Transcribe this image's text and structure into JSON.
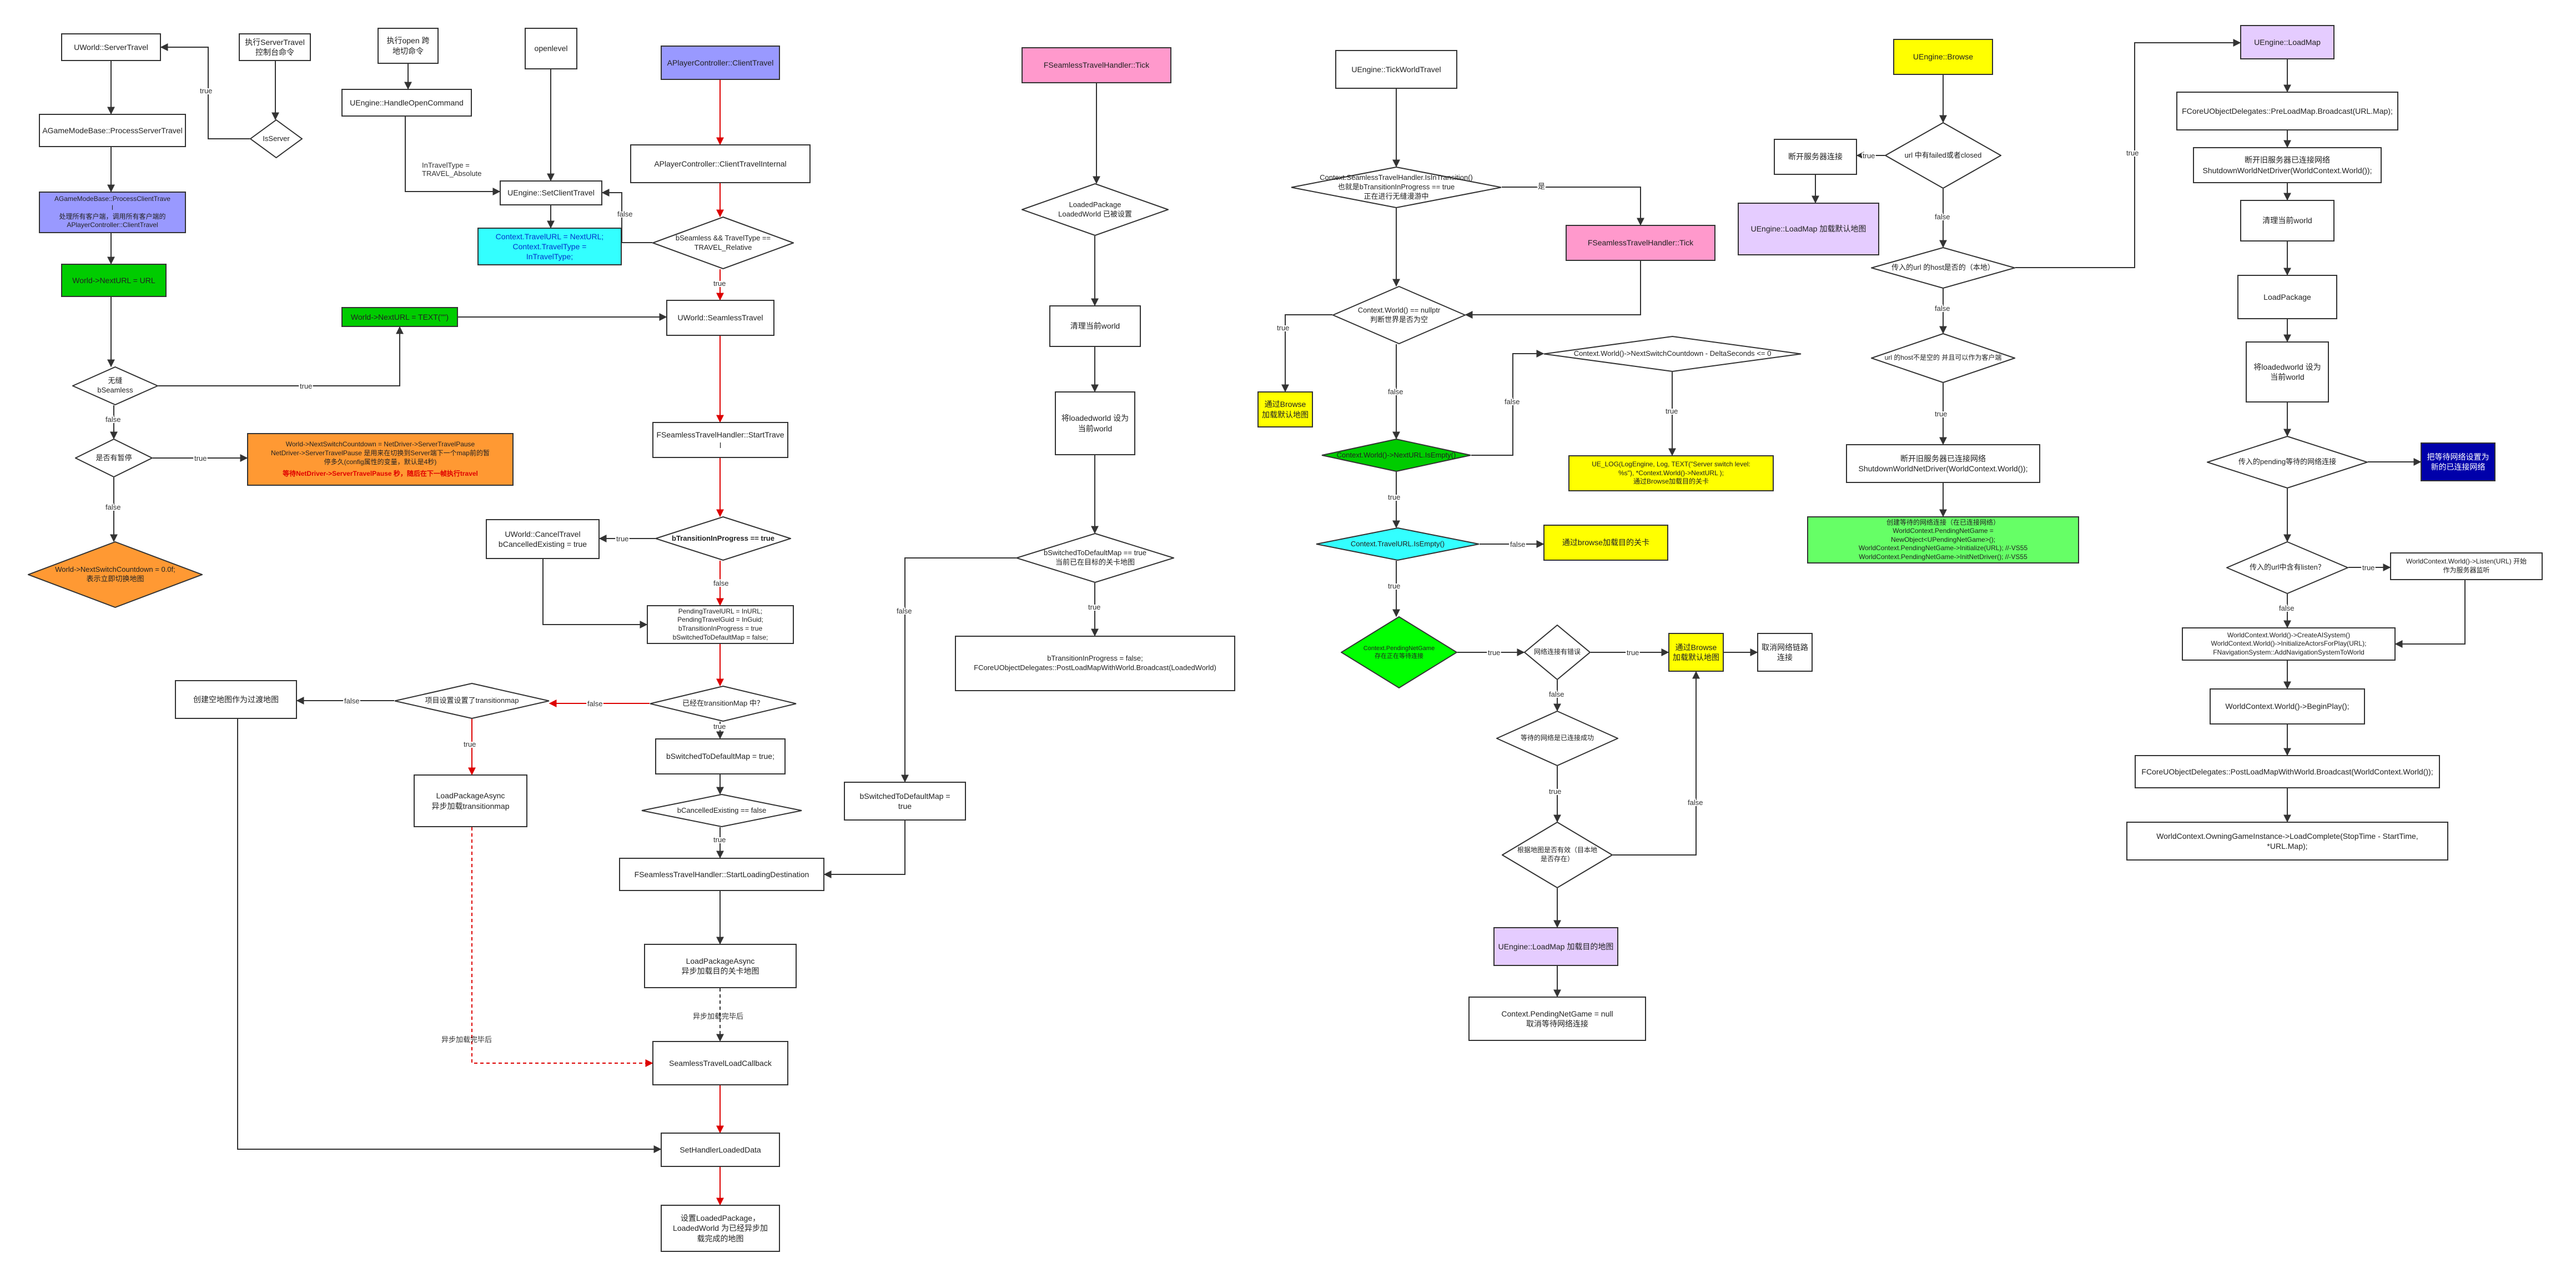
{
  "colors": {
    "green": "#00cc00",
    "cyan": "#33ffff",
    "purple_blue": "#9999ff",
    "orange": "#ff9933",
    "pink": "#ff99cc",
    "yellow": "#ffff00",
    "lavender": "#e5ccff",
    "light_green": "#66ff66",
    "navy": "#0000aa",
    "red_edge": "#dd0000"
  },
  "nodes": {
    "uworld_servertravel": "UWorld::ServerTravel",
    "exec_servertravel_cmd": "执行ServerTravel\n控制台命令",
    "is_server": "IsServer",
    "exec_open_cmd": "执行open 跨\n地切命令",
    "openlevel": "openlevel",
    "apc_clienttravel": "APlayerController::ClientTravel",
    "agamemode_processservertravel": "AGameModeBase::ProcessServerTravel",
    "uengine_handleopencommand": "UEngine::HandleOpenCommand",
    "intravel_absolute": "InTravelType =\nTRAVEL_Absolute",
    "apc_clienttravelinternal": "APlayerController::ClientTravelInternal",
    "agamemode_processclienttravel": "AGameModeBase::ProcessClientTrave\nl\n处理所有客户端，调用所有客户端的\nAPlayerController::ClientTravel",
    "uengine_setclienttravel": "UEngine::SetClientTravel",
    "context_travelurl": "Context.TravelURL    = NextURL;\nContext.TravelType    =\nInTravelType;",
    "is_seamless_relative": "bSeamless && TravelType ==\nTRAVEL_Relative",
    "world_nexturl_url": "World->NextURL = URL",
    "world_nexturl_text": "World->NextURL = TEXT(\"\")",
    "uworld_seamlesstravel": "UWorld::SeamlessTravel",
    "is_bseamless": "无缝\nbSeamless",
    "is_pause": "是否有暂停",
    "pause_box": "World->NextSwitchCountdown = NetDriver->ServerTravelPause\nNetDriver->ServerTravelPause 是用来在切换到Server端下一个map前的暂\n停多久(config属性的变量，默认是4秒)",
    "pause_box_red": "等待NetDriver->ServerTravelPause 秒，随后在下一帧执行travel",
    "countdown_box": "World->NextSwitchCountdown = 0.0f;\n表示立即切换地图",
    "fst_starttravel": "FSeamlessTravelHandler::StartTrave\nl",
    "ucancel_travel": "UWorld::CancelTravel\nbCancelledExisting = true",
    "is_transition_inprogress": "bTransitionInProgress == true",
    "pending_travel": "PendingTravelURL = InURL;\nPendingTravelGuid = InGuid;\nbTransitionInProgress = true\nbSwitchedToDefaultMap = false;",
    "create_empty_transition": "创建空地图作为过渡地图",
    "is_transitionmap_set": "项目设置设置了transitionmap",
    "is_in_transitionmap": "已经在transitionMap 中？",
    "loadpackageasync_transition": "LoadPackageAsync\n异步加载transitionmap",
    "bswitched_default_true": "bSwitchedToDefaultMap = true;",
    "is_cancel_existing": "bCancelledExisting == false",
    "start_loading_destination": "FSeamlessTravelHandler::StartLoadingDestination",
    "loadpackageasync_dest": "LoadPackageAsync\n异步加载目的关卡地图",
    "async_done_left": "异步加载完毕后",
    "async_done_mid": "异步加载完毕后",
    "seamless_load_callback": "SeamlessTravelLoadCallback",
    "set_handler_loaded_data": "SetHandlerLoadedData",
    "set_loaded_package": "设置LoadedPackage，\nLoadedWorld 为已经异步加\n载完成的地图",
    "fst_tick": "FSeamlessTravelHandler::Tick",
    "loaded_package_set": "LoadedPackage\nLoadedWorld 已被设置",
    "clean_world": "清理当前world",
    "set_loadedworld_current": "将loadedworld 设为\n当前world",
    "is_switched_default_map": "bSwitchedToDefaultMap == true\n当前已在目标的关卡地图",
    "transition_finish": "bTransitionInProgress = false;\nFCoreUObjectDelegates::PostLoadMapWithWorld.Broadcast(LoadedWorld)",
    "bswitched_default_true2": "bSwitchedToDefaultMap =\ntrue",
    "tick_world_travel": "UEngine::TickWorldTravel",
    "is_seamless_handler_transition": "Context.SeamlessTravelHandler.IsInTransition()\n也就是bTransitionInProgress == true\n正在进行无缝漫游中",
    "fst_tick_right": "FSeamlessTravelHandler::Tick",
    "is_context_world_null": "Context.World() == nullptr\n判断世界是否为空",
    "browse_default_map": "通过Browse\n加载默认地图",
    "is_nexturl_empty": "Context.World()->NextURL.IsEmpty()",
    "is_nextswitch_countdown": "Context.World()->NextSwitchCountdown - DeltaSeconds <= 0",
    "ue_log_box": "UE_LOG(LogEngine, Log,  TEXT(\"Server switch level:\n%s\"), *Context.World()->NextURL );\n通过Browse加载目的关卡",
    "is_travelurl_empty": "Context.TravelURL.IsEmpty()",
    "browse_dest_level": "通过browse加载目的关卡",
    "is_pendingnetgame": "Context.PendingNetGame\n存在正在等待连接",
    "is_network_error": "网络连接有错误",
    "browse_default_map2": "通过Browse\n加载默认地图",
    "cancel_network_conn": "取消网络链路\n连接",
    "is_pending_connect_success": "等待的网络是已连接成功",
    "is_load_map_success": "根据地图是否有效（目本地\n是否存在）",
    "uengine_loadmap_dest": "UEngine::LoadMap 加载目的地图",
    "pendingnetgame_null": "Context.PendingNetGame = null\n取消等待网络连接",
    "uengine_browse": "UEngine::Browse",
    "disconnect_old_conn": "断开服务器连接",
    "is_url_failed_closed": "url 中有failed或者closed",
    "uengine_loadmap_default": "UEngine::LoadMap 加载默认地图",
    "is_host_local": "传入的url 的host是否的（本地）",
    "is_host_not_local": "url 的host不是空的 并且可以作为客户端",
    "shutdown_old_netdriver": "断开旧服务器已连接网络\nShutdownWorldNetDriver(WorldContext.World());",
    "create_pending_netgame": "创建等待的网络连接（在已连接网络）\nWorldContext.PendingNetGame =\nNewObject<UPendingNetGame>();\nWorldContext.PendingNetGame->Initialize(URL); //-VS55\nWorldContext.PendingNetGame->InitNetDriver(); //-VS55",
    "uengine_loadmap": "UEngine::LoadMap",
    "preloadmap_broadcast": "FCoreUObjectDelegates::PreLoadMap.Broadcast(URL.Map);",
    "shutdown_netdriver_2": "断开旧服务器已连接网络\nShutdownWorldNetDriver(WorldContext.World());",
    "clean_world_2": "清理当前world",
    "loadpackage": "LoadPackage",
    "set_loadedworld_current_2": "将loadedworld 设为\n当前world",
    "is_pending_netgame_pass": "传入的pending等待的网络连接",
    "set_waiting_connection": "把等待网络设置为\n新的已连接网络",
    "is_url_listen": "传入的url中含有listen？",
    "listen_url_box": "WorldContext.World()->Listen(URL) 开始\n作为服务器监听",
    "init_world_systems": "WorldContext.World()->CreateAISystem()\nWorldContext.World()->InitializeActorsForPlay(URL);\nFNavigationSystem::AddNavigationSystemToWorld",
    "begin_play": "WorldContext.World()->BeginPlay();",
    "postloadmap_broadcast": "FCoreUObjectDelegates::PostLoadMapWithWorld.Broadcast(WorldContext.World());",
    "load_complete": "WorldContext.OwningGameInstance->LoadComplete(StopTime - StartTime,\n*URL.Map);"
  },
  "edge_labels": {
    "true": "true",
    "false": "false",
    "yes": "是"
  }
}
